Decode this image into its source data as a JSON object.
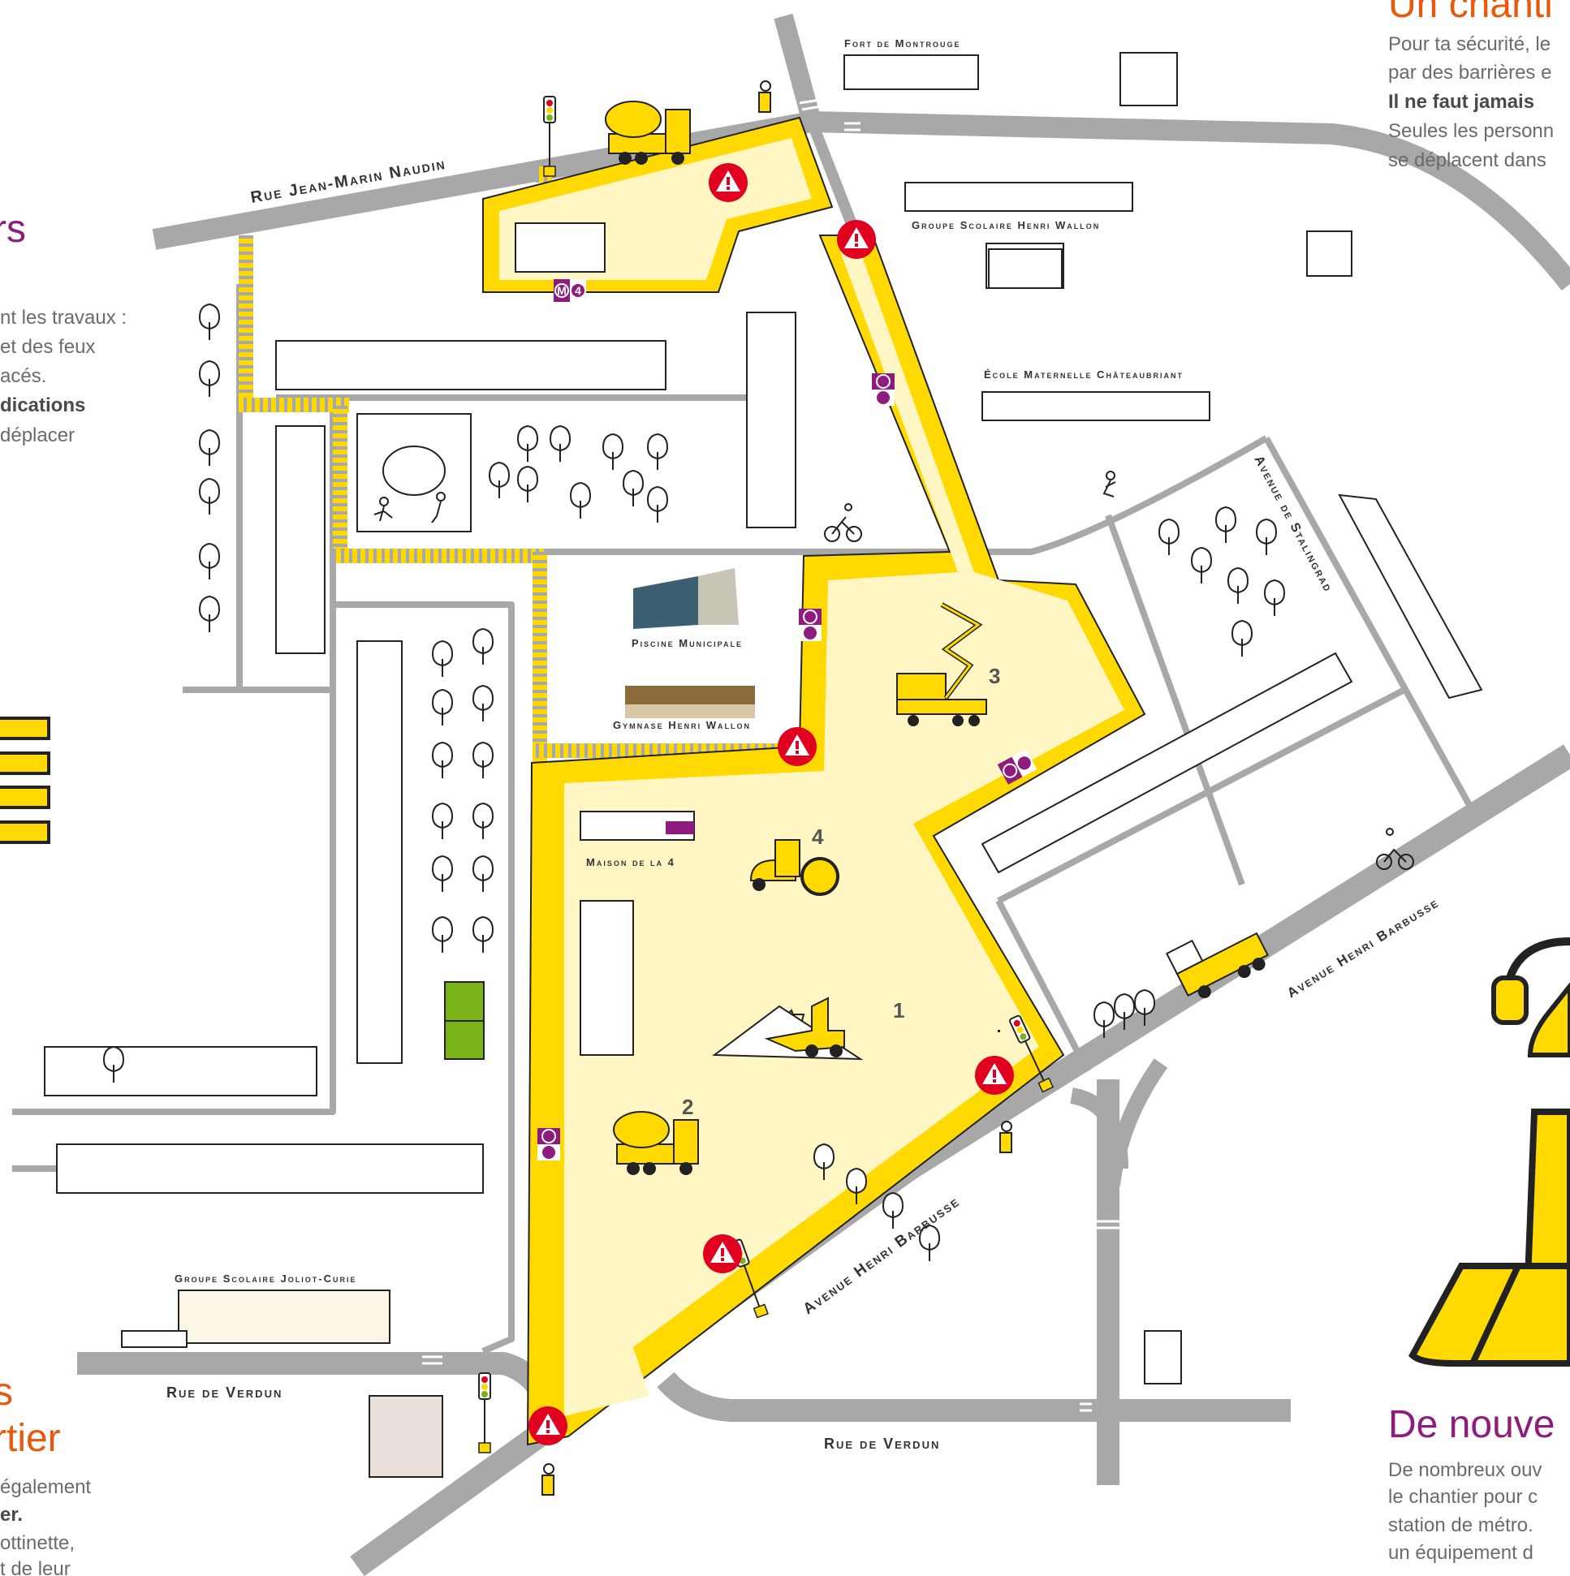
{
  "colors": {
    "road": "#a8a8a8",
    "site_fence": "#ffd900",
    "site_fill": "#fff6c4",
    "metro_purple": "#8e1c7e",
    "warning_red": "#e1001f",
    "heading_orange": "#e8590c",
    "heading_purple": "#8e1c7e",
    "text_gray": "#6b6b6b",
    "pitch_green": "#7ab317"
  },
  "streets": {
    "jean_marin_naudin": "Rue Jean-Marin Naudin",
    "stalingrad": "Avenue de Stalingrad",
    "barbusse_lower": "Avenue Henri Barbusse",
    "barbusse_upper": "Avenue Henri Barbusse",
    "verdun_left": "Rue de Verdun",
    "verdun_right": "Rue de Verdun"
  },
  "places": {
    "fort": "Fort de Montrouge",
    "wallon_school": "Groupe Scolaire Henri Wallon",
    "chateaubriant": "École Maternelle Châteaubriant",
    "piscine": "Piscine Municipale",
    "gymnase": "Gymnase Henri Wallon",
    "maison4": "Maison de la 4",
    "joliot": "Groupe Scolaire Joliot-Curie"
  },
  "metro": {
    "letter": "M",
    "line": "4"
  },
  "site_numbers": [
    "1",
    "2",
    "3",
    "4"
  ],
  "left_panel": {
    "heading_top": "rs",
    "line1": "nt les travaux :",
    "line2": "et des feux",
    "line3": "acés.",
    "line4_bold": "dications",
    "line5": "déplacer",
    "heading_bottom_1": "s",
    "heading_bottom_2": "rtier",
    "b_line1": "également",
    "b_line2_bold": "er.",
    "b_line3": "ottinette,",
    "b_line4": "t de leur"
  },
  "right_panel": {
    "heading_top": "Un chanti",
    "line1": "Pour ta sécurité, le",
    "line2": "par des barrières e",
    "line3_bold": "Il ne faut jamais",
    "line4": "Seules les personn",
    "line5": "se déplacent dans",
    "heading_bottom": "De nouve",
    "b_line1": "De nombreux ouv",
    "b_line2": "le chantier pour c",
    "b_line3": "station de métro.",
    "b_line4": "un équipement d"
  }
}
